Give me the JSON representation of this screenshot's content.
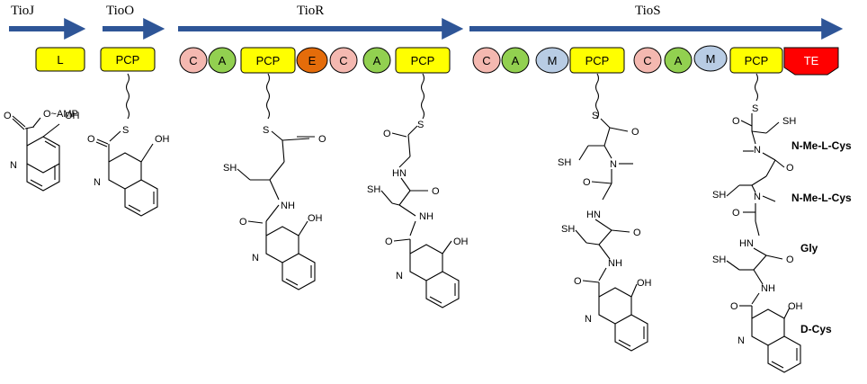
{
  "proteins": [
    {
      "label": "TioJ",
      "domains": [
        {
          "label": "L",
          "color": "#ffff00"
        }
      ]
    },
    {
      "label": "TioO",
      "domains": [
        {
          "label": "PCP",
          "color": "#ffff00"
        }
      ]
    },
    {
      "label": "TioR",
      "domains": [
        {
          "label": "C",
          "color": "#f4b8b0"
        },
        {
          "label": "A",
          "color": "#92d050"
        },
        {
          "label": "PCP",
          "color": "#ffff00"
        },
        {
          "label": "E",
          "color": "#e46c0a"
        },
        {
          "label": "C",
          "color": "#f4b8b0"
        },
        {
          "label": "A",
          "color": "#92d050"
        },
        {
          "label": "PCP",
          "color": "#ffff00"
        }
      ]
    },
    {
      "label": "TioS",
      "domains": [
        {
          "label": "C",
          "color": "#f4b8b0"
        },
        {
          "label": "A",
          "color": "#92d050"
        },
        {
          "label": "M",
          "color": "#b8cce4"
        },
        {
          "label": "PCP",
          "color": "#ffff00"
        },
        {
          "label": "C",
          "color": "#f4b8b0"
        },
        {
          "label": "A",
          "color": "#92d050"
        },
        {
          "label": "M",
          "color": "#b8cce4"
        },
        {
          "label": "PCP",
          "color": "#ffff00"
        },
        {
          "label": "TE",
          "color": "#ff0000"
        }
      ]
    }
  ],
  "atoms": {
    "O": "O",
    "OH": "OH",
    "O_AMP": "O~AMP",
    "S": "S",
    "N": "N",
    "NH": "NH",
    "HN": "HN",
    "SH": "SH"
  },
  "residues": [
    "N-Me-L-Cys",
    "N-Me-L-Cys",
    "Gly",
    "D-Cys"
  ],
  "colors": {
    "arrow": "#2e5597"
  }
}
